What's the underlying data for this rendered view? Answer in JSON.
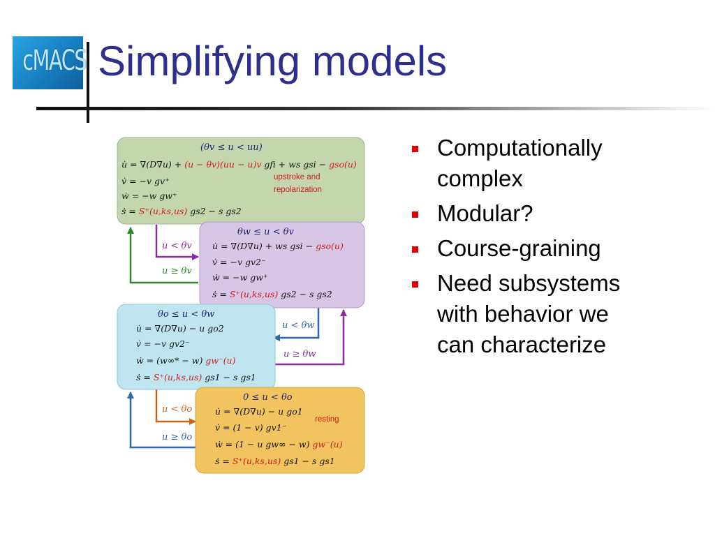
{
  "logo": {
    "text": "cMACS"
  },
  "slide": {
    "title": "Simplifying models"
  },
  "bullets": [
    {
      "line1": "Computationally",
      "line2": "complex"
    },
    {
      "line1": "Modular?",
      "line2": ""
    },
    {
      "line1": "Course-graining",
      "line2": ""
    },
    {
      "line1": "Need subsystems",
      "line2": "with behavior we",
      "line3": "can characterize"
    }
  ],
  "colors": {
    "title": "#2e2e8c",
    "bullet": "#e10000",
    "box_green": "#c4d6ad",
    "box_purple": "#d7c6e6",
    "box_blue": "#bfe5f1",
    "box_orange": "#f1c45f",
    "arrow_purple": "#8b2b9e",
    "arrow_green": "#2a8a2a",
    "arrow_blue": "#2f67a8",
    "arrow_orange": "#c2661e",
    "red_text": "#d21a1a"
  },
  "diagram": {
    "box1": {
      "condition": "(θv  ≤  u < uu)",
      "eq1_lhs": "u̇  =  ∇(D∇u) + ",
      "eq1_red": "(u − θv)(uu − u)v",
      "eq1_rest": " gfi + ws gsi − ",
      "eq1_red2": "gso(u)",
      "eq2": "v̇  =  −v gv⁺",
      "eq3": "ẇ  =  −w gw⁺",
      "eq4_lhs": "ṡ  =  ",
      "eq4_red": "S⁺(u,ks,us)",
      "eq4_rest": " gs2 − s gs2",
      "note_line1": "upstroke and",
      "note_line2": "repolarization"
    },
    "box2": {
      "condition": "θw  ≤ u <  θv",
      "eq1_lhs": "u̇  =  ∇(D∇u) + ws gsi − ",
      "eq1_red": "gso(u)",
      "eq2": "v̇  =  −v  gv2⁻",
      "eq3": "ẇ  =  −w gw⁺",
      "eq4_lhs": "ṡ  =  ",
      "eq4_red": "S⁺(u,ks,us)",
      "eq4_rest": " gs2 − s gs2"
    },
    "box3": {
      "condition": "θo  ≤  u  <  θw",
      "eq1": "u̇  =  ∇(D∇u) − u go2",
      "eq2": "v̇  =  −v gv2⁻",
      "eq3_lhs": "ẇ  =  (w∞* − w) ",
      "eq3_red": "gw⁻(u)",
      "eq4_lhs": "ṡ  =  ",
      "eq4_red": "S⁺(u,ks,us)",
      "eq4_rest": " gs1 − s gs1"
    },
    "box4": {
      "condition": "0  ≤  u  <  θo",
      "eq1": "u̇  =  ∇(D∇u) − u go1",
      "note": "resting",
      "eq2": "v̇  =  (1 − v) gv1⁻",
      "eq3_lhs": "ẇ  =  (1 − u gw∞ − w) ",
      "eq3_red": "gw⁻(u)",
      "eq4_lhs": "ṡ  =  ",
      "eq4_red": "S⁺(u,ks,us)",
      "eq4_rest": " gs1 − s gs1"
    },
    "labels": {
      "down1": "u < θv",
      "up1": "u ≥ θv",
      "down2": "u < θw",
      "up2": "u ≥ θw",
      "down3": "u < θo",
      "up3": "u ≥ θo"
    }
  }
}
